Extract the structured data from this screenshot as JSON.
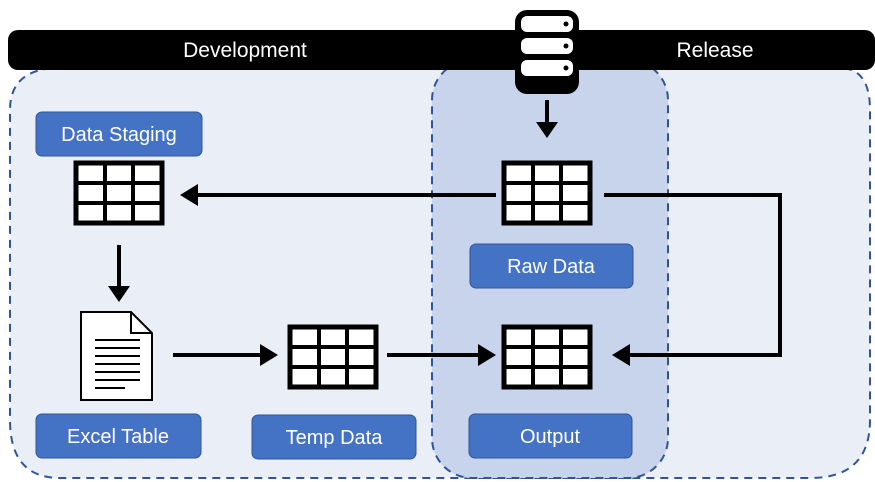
{
  "header": {
    "left_label": "Development",
    "right_label": "Release"
  },
  "nodes": {
    "data_staging": {
      "label": "Data Staging",
      "icon": "table-icon"
    },
    "raw_data": {
      "label": "Raw Data",
      "icon": "table-icon"
    },
    "excel_table": {
      "label": "Excel Table",
      "icon": "document-icon"
    },
    "temp_data": {
      "label": "Temp Data",
      "icon": "table-icon"
    },
    "output": {
      "label": "Output",
      "icon": "table-icon"
    },
    "source": {
      "icon": "database-icon"
    }
  },
  "colors": {
    "header_bar": "#000000",
    "dev_area": "#e9eef7",
    "release_area": "#c7d4ec",
    "border_dash": "#2f5597",
    "label_fill": "#4472c4"
  }
}
